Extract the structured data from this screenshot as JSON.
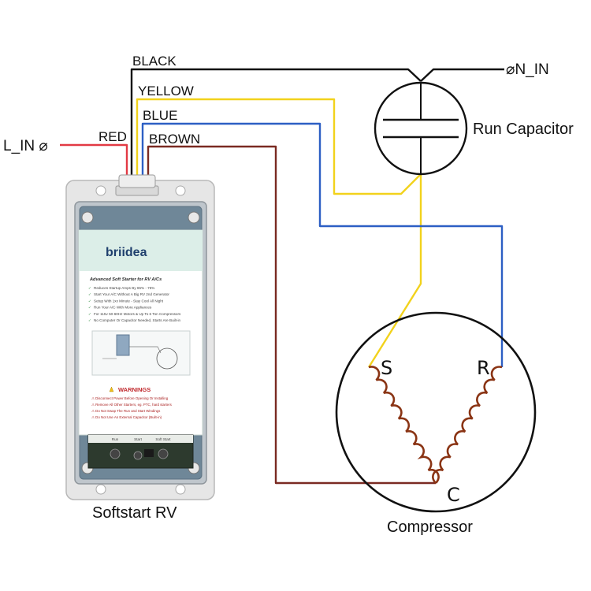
{
  "wires": {
    "black": "BLACK",
    "yellow": "YELLOW",
    "blue": "BLUE",
    "brown": "BROWN",
    "red": "RED"
  },
  "terminals": {
    "l_in": "L_IN ⌀",
    "n_in": "⌀N_IN"
  },
  "capacitor": {
    "label": "Run Capacitor"
  },
  "compressor": {
    "label": "Compressor",
    "s": "S",
    "r": "R",
    "c": "C"
  },
  "device": {
    "caption": "Softstart RV",
    "brand": "briidea",
    "title": "Advanced Soft Starter for RV A/Cs",
    "features": [
      "Reduces Startup Amps By 65% - 75%",
      "Start Your A/C Without A Big RV 2nd Generator",
      "Setup With 1xx Minute - Stay Cool All Night",
      "Run Your A/C With More Appliances",
      "For 115v 50-60Hz Motors & Up To 6 Ton Compressors",
      "No Computer Or Capacitor Needed, Starts Are Built-in"
    ],
    "warnings_title": "WARNINGS",
    "warnings": [
      "Disconnect Power Before Opening Or Installing",
      "Remove All Other Starters, eg. PTC, hard starters",
      "Do Not Swap The Run and Start Windings",
      "Do Not Use An External Capacitor (Built-in)"
    ],
    "board_labels": [
      "Run",
      "Start",
      "Soft Start"
    ]
  },
  "colors": {
    "black": "#111111",
    "yellow": "#f2d21c",
    "blue": "#2d5fc4",
    "brown": "#7a2a22",
    "red": "#e23a44",
    "coil": "#8a3414",
    "enclosure": "#e4e4e4",
    "panel": "#dceee8"
  }
}
